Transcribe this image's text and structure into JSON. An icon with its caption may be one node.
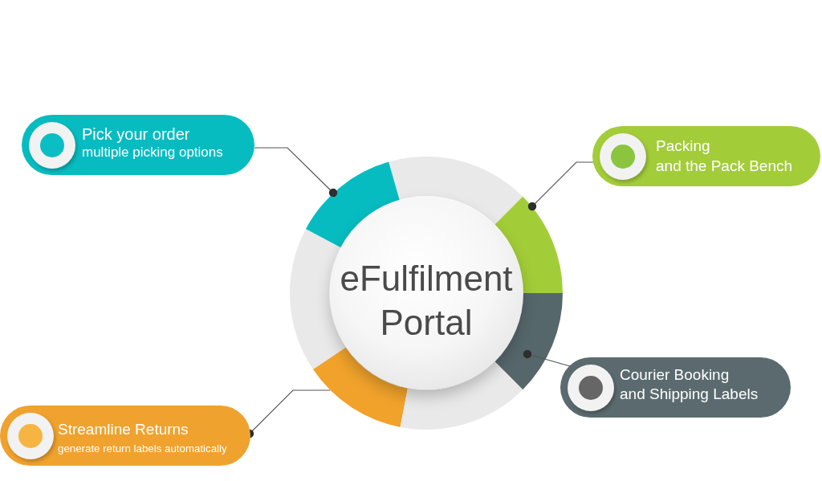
{
  "diagram": {
    "nodes": [
      {
        "text": [
          "Pick your order",
          "multiple picking options"
        ]
      },
      {
        "text": [
          "Packing",
          "and the Pack Bench"
        ]
      },
      {
        "text": [
          "eFulfilment Portal"
        ]
      },
      {
        "text": [],
        "shape": "arc"
      },
      {
        "text": [],
        "shape": "arc"
      },
      {
        "text": [],
        "shape": "arc"
      },
      {
        "text": [],
        "shape": "arc"
      },
      {
        "text": [],
        "shape": "arc"
      },
      {
        "text": [],
        "shape": "arc"
      },
      {
        "text": [],
        "shape": "arc"
      },
      {
        "text": [
          "Courier Booking",
          "and Shipping Labels"
        ]
      },
      {
        "text": [
          "Streamline Returns",
          "generate return labels automatically"
        ]
      }
    ],
    "edges": [
      {
        "from": 4,
        "to": 0,
        "arrow": "other"
      },
      {
        "from": 5,
        "to": 1,
        "arrow": "other"
      },
      {
        "from": 7,
        "to": 10,
        "arrow": "other"
      },
      {
        "from": 11,
        "to": 8,
        "arrow": "other"
      }
    ]
  }
}
